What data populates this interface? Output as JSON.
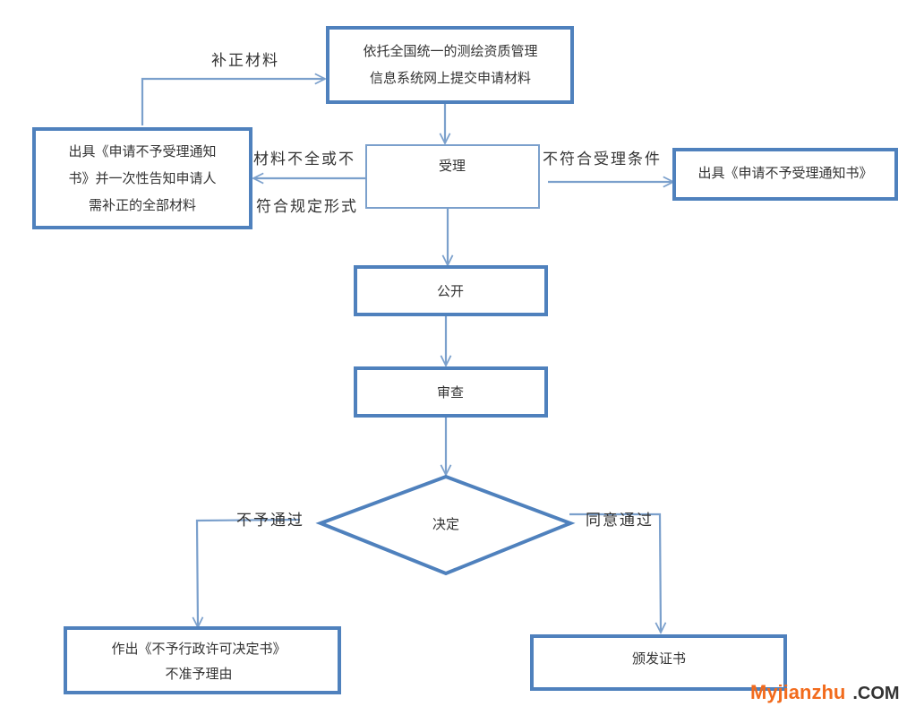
{
  "diagram": {
    "colors": {
      "box_border": "#4f81bd",
      "connector": "#7ba0cc",
      "text": "#333333",
      "watermark_accent": "#f26b1d"
    },
    "nodes": {
      "submit": {
        "lines": [
          "依托全国统一的测绘资质管理",
          "信息系统网上提交申请材料"
        ]
      },
      "notice_supplement": {
        "lines": [
          "出具《申请不予受理通知",
          "书》并一次性告知申请人",
          "需补正的全部材料"
        ]
      },
      "accept": {
        "lines": [
          "受理"
        ]
      },
      "notice_reject": {
        "lines": [
          "出具《申请不予受理通知书》"
        ]
      },
      "publicize": {
        "lines": [
          "公开"
        ]
      },
      "review": {
        "lines": [
          "审查"
        ]
      },
      "decision": {
        "lines": [
          "决定"
        ]
      },
      "deny": {
        "lines": [
          "作出《不予行政许可决定书》",
          "不准予理由"
        ]
      },
      "issue": {
        "lines": [
          "颁发证书"
        ]
      }
    },
    "edge_labels": {
      "supplement": "补正材料",
      "incomplete_1": "材料不全或不",
      "incomplete_2": "符合规定形式",
      "not_qualified": "不符合受理条件",
      "rejected": "不予通过",
      "approved": "同意通过"
    }
  },
  "watermark": {
    "brand": "Myjianzhu",
    "suffix": ".COM"
  }
}
